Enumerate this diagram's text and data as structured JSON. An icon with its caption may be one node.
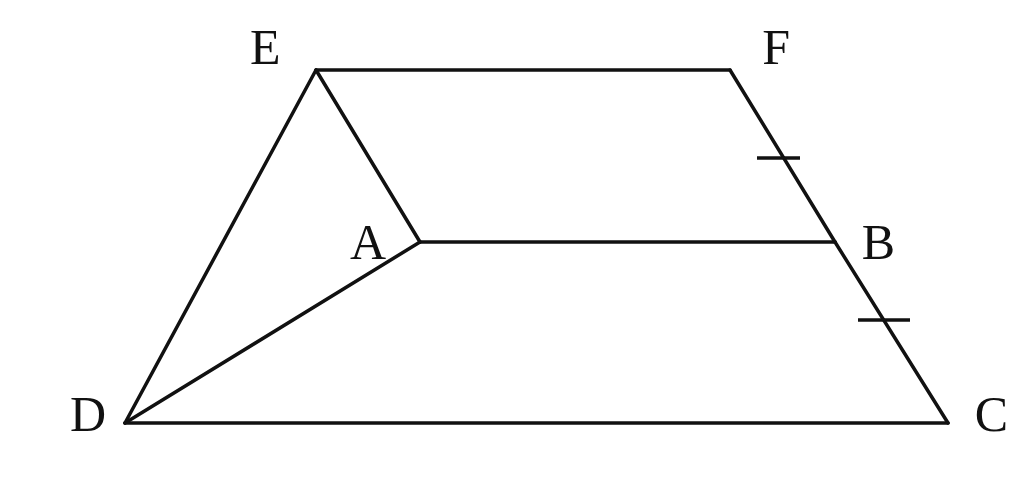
{
  "diagram": {
    "nodes": [
      {
        "text": [
          "E"
        ]
      },
      {
        "text": [
          "F"
        ]
      },
      {
        "text": [
          "A"
        ]
      },
      {
        "text": [
          "B"
        ]
      },
      {
        "text": [
          "D"
        ]
      },
      {
        "text": [
          "C"
        ]
      }
    ],
    "edges": [
      {
        "from": 0,
        "to": 1,
        "arrow": "none"
      },
      {
        "from": 0,
        "to": 2,
        "arrow": "none"
      },
      {
        "from": 0,
        "to": 4,
        "arrow": "none"
      },
      {
        "from": 1,
        "to": 3,
        "arrow": "none"
      },
      {
        "from": 2,
        "to": 3,
        "arrow": "none"
      },
      {
        "from": 3,
        "to": 5,
        "arrow": "none"
      },
      {
        "from": 2,
        "to": 4,
        "arrow": "none"
      },
      {
        "from": 4,
        "to": 5,
        "arrow": "none"
      }
    ]
  }
}
